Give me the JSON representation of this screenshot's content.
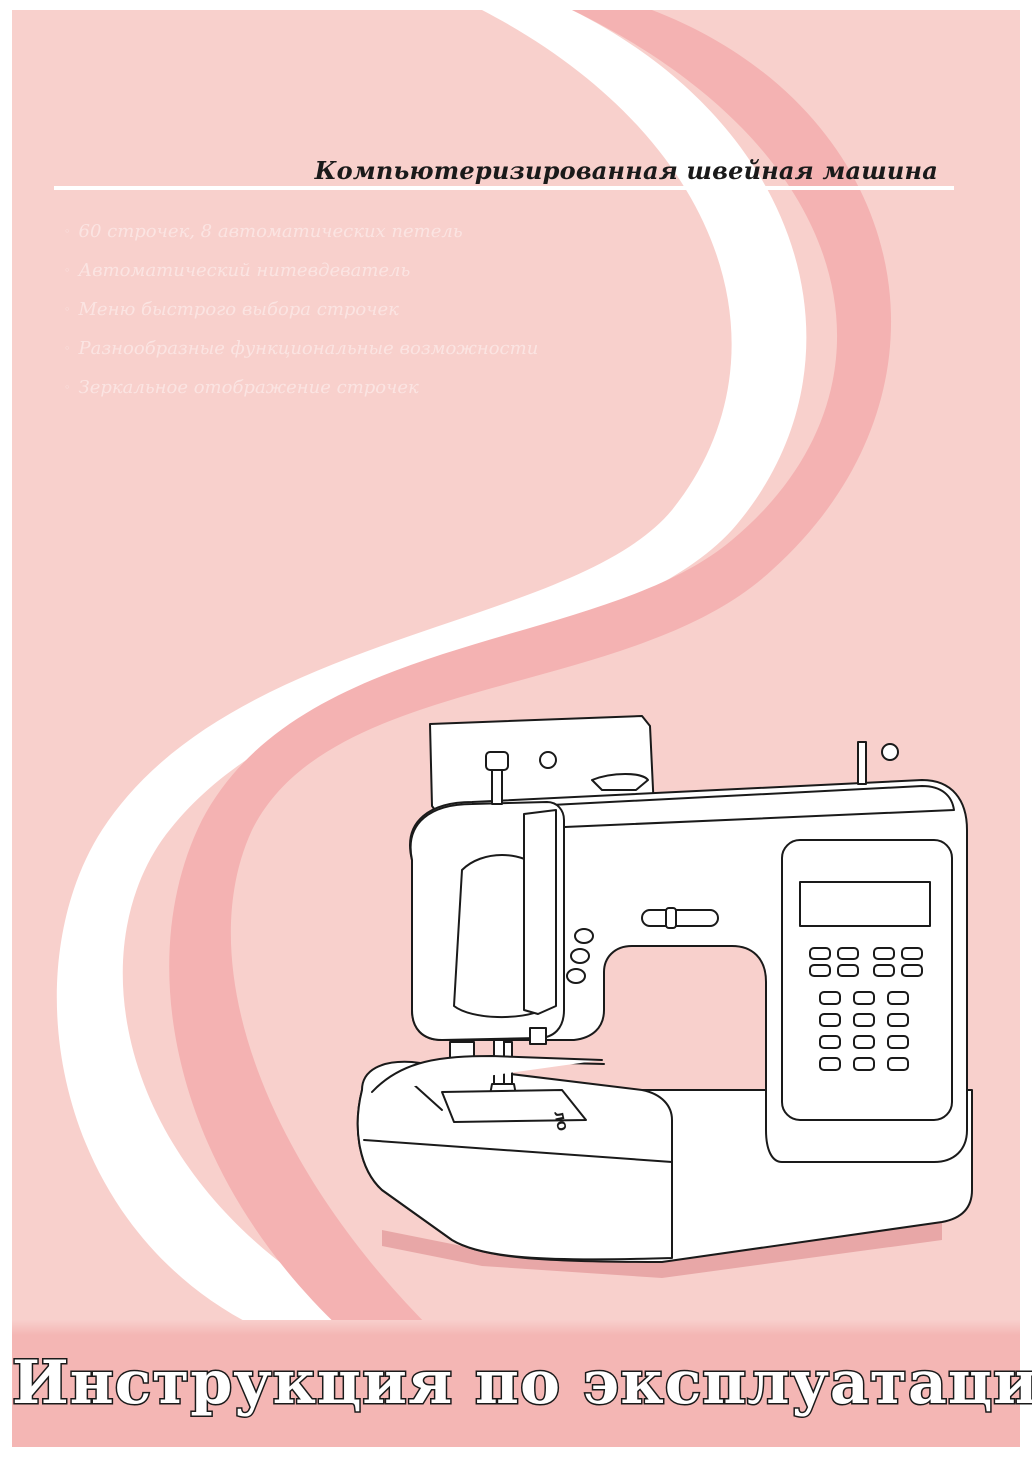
{
  "cover": {
    "subtitle": "Компьютеризированная швейная машина",
    "features": [
      "60 строчек, 8 автоматических петель",
      "Автоматический нитевдеватель",
      "Меню быстрого выбора строчек",
      "Разнообразные функциональные возможности",
      "Зеркальное отображение строчек"
    ],
    "feature_bullet": "◦",
    "title": "Инструкция по эксплуатации",
    "machine_plate_text": "ЛО"
  },
  "colors": {
    "background": "#f8d0cc",
    "ribbon_white": "#ffffff",
    "ribbon_pink": "#f4b2b2",
    "title_band": "#f4b6b4",
    "title_text_fill": "#ffffff",
    "title_text_outline": "#1a1a1a",
    "feature_text": "#fbe4e2"
  }
}
